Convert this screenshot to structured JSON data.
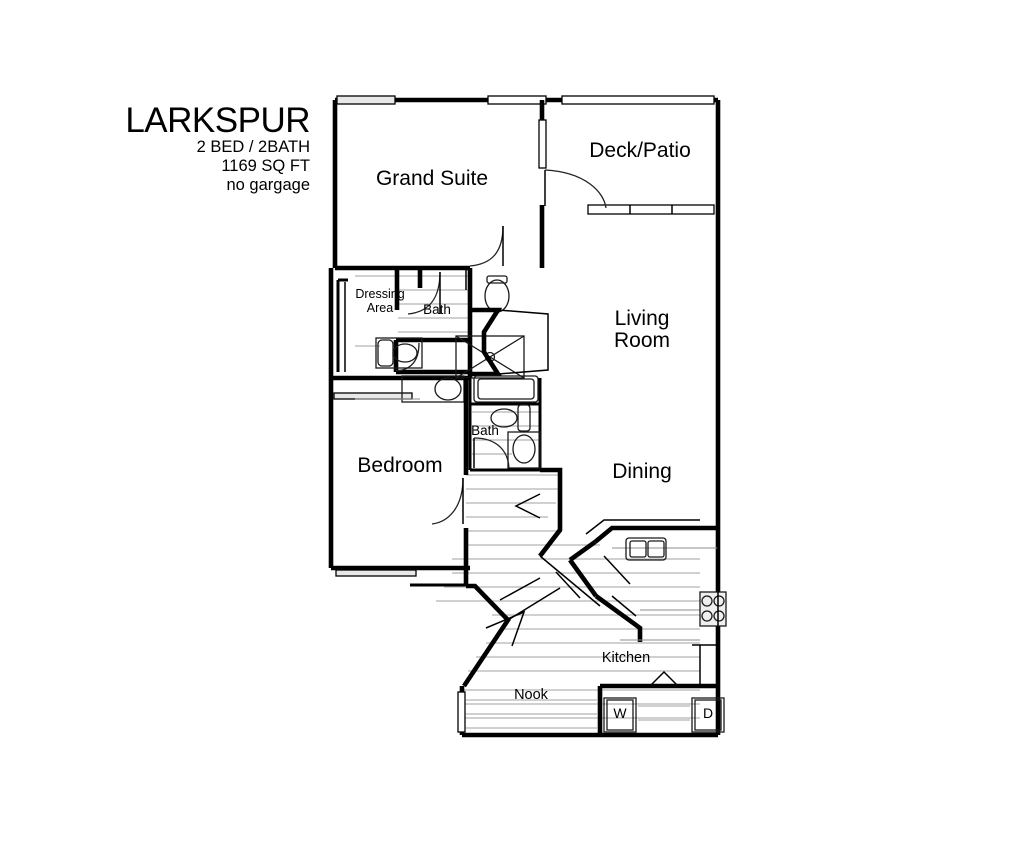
{
  "document": {
    "type": "floor-plan",
    "background_color": "#ffffff",
    "line_color": "#000000"
  },
  "title_block": {
    "plan_name": "LARKSPUR",
    "bed_bath": "2 BED / 2BATH",
    "square_feet": "1169 SQ FT",
    "garage_note": "no gargage"
  },
  "rooms": [
    {
      "key": "grand_suite",
      "label": "Grand Suite"
    },
    {
      "key": "deck_patio",
      "label": "Deck/Patio"
    },
    {
      "key": "dressing",
      "label": "Dressing\nArea"
    },
    {
      "key": "bath_master",
      "label": "Bath"
    },
    {
      "key": "living_room",
      "label": "Living\nRoom"
    },
    {
      "key": "bedroom",
      "label": "Bedroom"
    },
    {
      "key": "bath_second",
      "label": "Bath"
    },
    {
      "key": "dining",
      "label": "Dining"
    },
    {
      "key": "kitchen",
      "label": "Kitchen"
    },
    {
      "key": "nook",
      "label": "Nook"
    }
  ],
  "appliances": [
    {
      "key": "washer",
      "label": "W"
    },
    {
      "key": "dryer",
      "label": "D"
    }
  ],
  "fixtures": [
    "bathtub",
    "toilet",
    "sink",
    "shower",
    "double-sink",
    "cooktop-4-burner",
    "fireplace",
    "stairs",
    "closet-rod"
  ]
}
